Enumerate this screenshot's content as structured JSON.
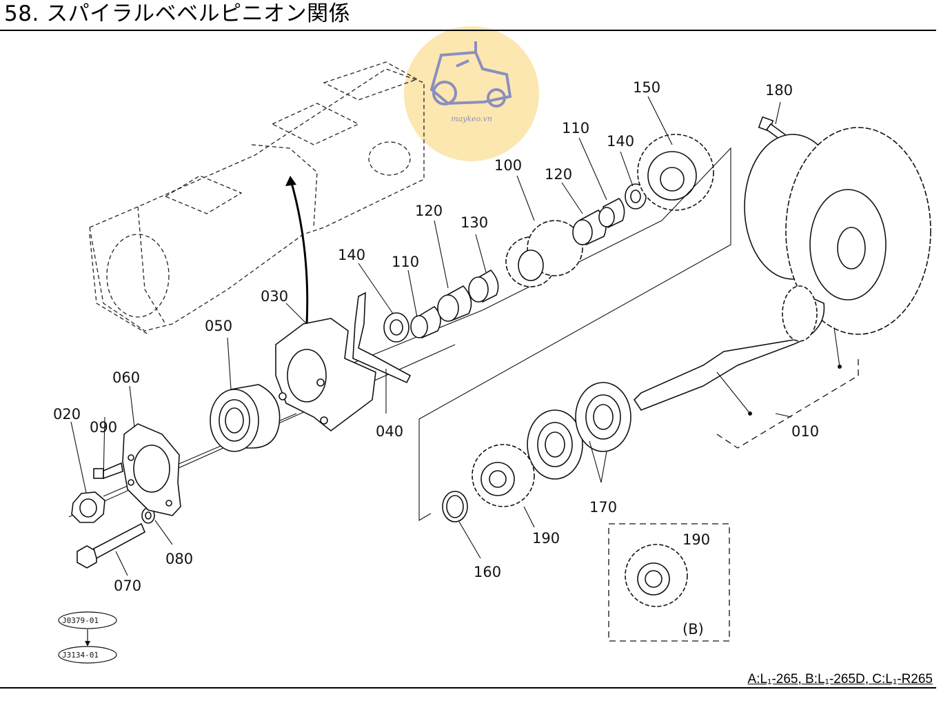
{
  "title": "58. スパイラルベベルピニオン関係",
  "footer": "A:L₁-265,  B:L₁-265D,  C:L₁-R265",
  "watermark": {
    "text": "maykeo.vn",
    "color": "#8a8fbf",
    "bg": "#fbe3a3"
  },
  "parts": {
    "p010": "010",
    "p020": "020",
    "p030": "030",
    "p040": "040",
    "p050": "050",
    "p060": "060",
    "p070": "070",
    "p080": "080",
    "p090": "090",
    "p100": "100",
    "p110a": "110",
    "p110b": "110",
    "p120a": "120",
    "p120b": "120",
    "p130": "130",
    "p140a": "140",
    "p140b": "140",
    "p150": "150",
    "p160": "160",
    "p170": "170",
    "p180": "180",
    "p190a": "190",
    "p190b": "190"
  },
  "variant": "(B)",
  "refs": {
    "r1": "J0379-01",
    "r2": "J3134-01"
  }
}
